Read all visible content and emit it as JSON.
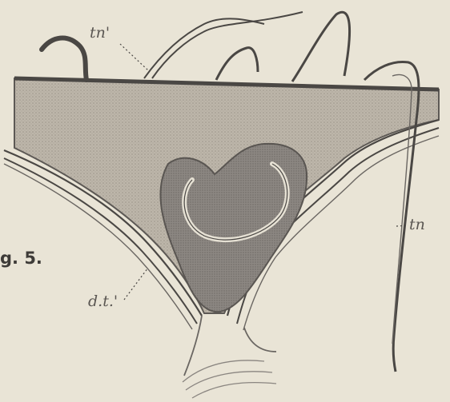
{
  "labels": {
    "tn_prime": "tn'",
    "tn": "tn",
    "dt": "d.t.'",
    "figure": "g. 5."
  },
  "colors": {
    "paper": "#e9e4d6",
    "ink": "#4a4744",
    "stipple": "#b7b0a4",
    "inner_body": "#8a8580",
    "inner_dark": "#6f6a66"
  }
}
